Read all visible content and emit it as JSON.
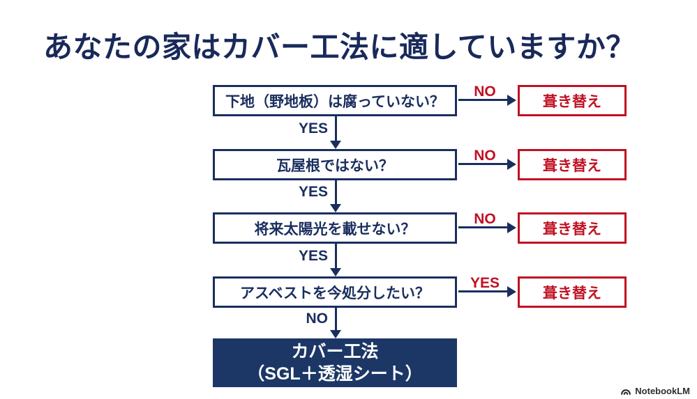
{
  "page": {
    "title": "あなたの家はカバー工法に適していますか？",
    "footer_brand": "NotebookLM"
  },
  "colors": {
    "navy": "#1a2e5e",
    "navy_fill": "#1c3766",
    "red": "#c01123",
    "background": "#ffffff"
  },
  "flowchart": {
    "steps": [
      {
        "question": "下地（野地板）は腐っていない？",
        "branch_label": "NO",
        "branch_result": "葺き替え",
        "continue_label": "YES"
      },
      {
        "question": "瓦屋根ではない？",
        "branch_label": "NO",
        "branch_result": "葺き替え",
        "continue_label": "YES"
      },
      {
        "question": "将来太陽光を載せない？",
        "branch_label": "NO",
        "branch_result": "葺き替え",
        "continue_label": "YES"
      },
      {
        "question": "アスベストを今処分したい？",
        "branch_label": "YES",
        "branch_result": "葺き替え",
        "continue_label": "NO"
      }
    ],
    "result": {
      "line1": "カバー工法",
      "line2": "（SGL＋透湿シート）"
    }
  }
}
